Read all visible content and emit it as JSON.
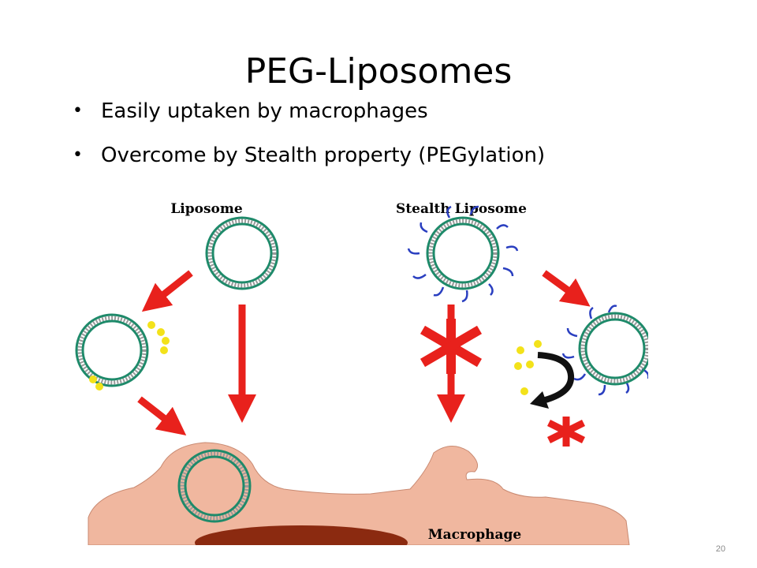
{
  "slide": {
    "title": "PEG-Liposomes",
    "bullets": [
      "Easily uptaken by macrophages",
      "Overcome by Stealth property (PEGylation)"
    ],
    "slide_number": "20"
  },
  "figure": {
    "labels": {
      "liposome": "Liposome",
      "stealth_liposome": "Stealth Liposome",
      "macrophage": "Macrophage"
    }
  },
  "colors": {
    "arrow_red": "#e8211c",
    "bilayer_green": "#1e8a6a",
    "peg_blue": "#2a3fc0",
    "opsonin_yellow": "#f3e21a",
    "macrophage_peach": "#f0b79f",
    "nucleus_brown": "#8b2a10"
  }
}
